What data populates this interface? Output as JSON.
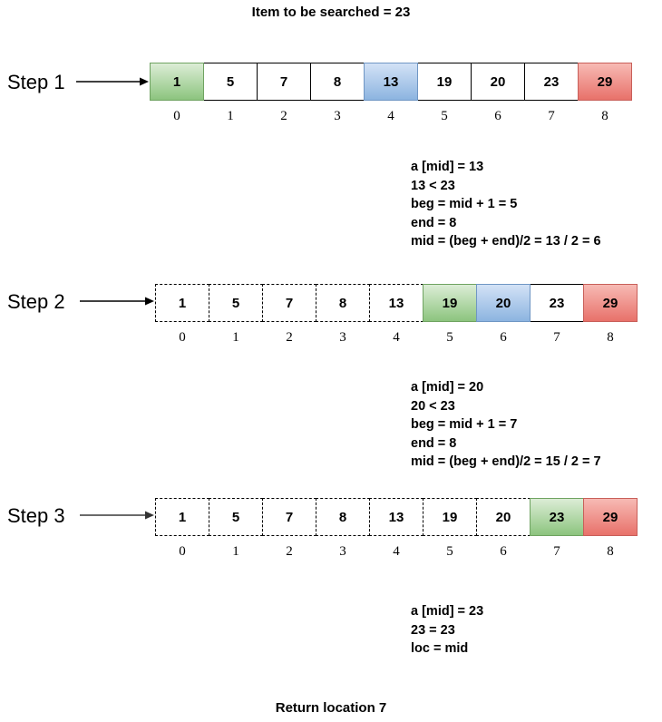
{
  "title": "Item to be searched = 23",
  "footer": "Return location 7",
  "colors": {
    "beg": "#8cc47e",
    "mid": "#8cb4e0",
    "end": "#e8716a",
    "arrow_dark": "#000000",
    "arrow_gray": "#555555"
  },
  "indices": [
    "0",
    "1",
    "2",
    "3",
    "4",
    "5",
    "6",
    "7",
    "8"
  ],
  "steps": [
    {
      "label": "Step 1",
      "cells": [
        {
          "value": "1",
          "state": "beg"
        },
        {
          "value": "5",
          "state": "active"
        },
        {
          "value": "7",
          "state": "active"
        },
        {
          "value": "8",
          "state": "active"
        },
        {
          "value": "13",
          "state": "mid"
        },
        {
          "value": "19",
          "state": "active"
        },
        {
          "value": "20",
          "state": "active"
        },
        {
          "value": "23",
          "state": "active"
        },
        {
          "value": "29",
          "state": "end"
        }
      ],
      "note": [
        "a [mid] = 13",
        "13 < 23",
        "beg = mid + 1 = 5",
        "end = 8",
        "mid = (beg + end)/2 = 13 / 2 = 6"
      ]
    },
    {
      "label": "Step 2",
      "cells": [
        {
          "value": "1",
          "state": "eliminated"
        },
        {
          "value": "5",
          "state": "eliminated"
        },
        {
          "value": "7",
          "state": "eliminated"
        },
        {
          "value": "8",
          "state": "eliminated"
        },
        {
          "value": "13",
          "state": "eliminated"
        },
        {
          "value": "19",
          "state": "beg"
        },
        {
          "value": "20",
          "state": "mid"
        },
        {
          "value": "23",
          "state": "active"
        },
        {
          "value": "29",
          "state": "end"
        }
      ],
      "note": [
        "a [mid] = 20",
        "20 < 23",
        "beg = mid + 1 = 7",
        "end = 8",
        "mid = (beg + end)/2 = 15 / 2 = 7"
      ]
    },
    {
      "label": "Step 3",
      "cells": [
        {
          "value": "1",
          "state": "eliminated"
        },
        {
          "value": "5",
          "state": "eliminated"
        },
        {
          "value": "7",
          "state": "eliminated"
        },
        {
          "value": "8",
          "state": "eliminated"
        },
        {
          "value": "13",
          "state": "eliminated"
        },
        {
          "value": "19",
          "state": "eliminated"
        },
        {
          "value": "20",
          "state": "eliminated"
        },
        {
          "value": "23",
          "state": "beg"
        },
        {
          "value": "29",
          "state": "end"
        }
      ],
      "note": [
        "a [mid] = 23",
        "23 = 23",
        "loc = mid"
      ]
    }
  ]
}
